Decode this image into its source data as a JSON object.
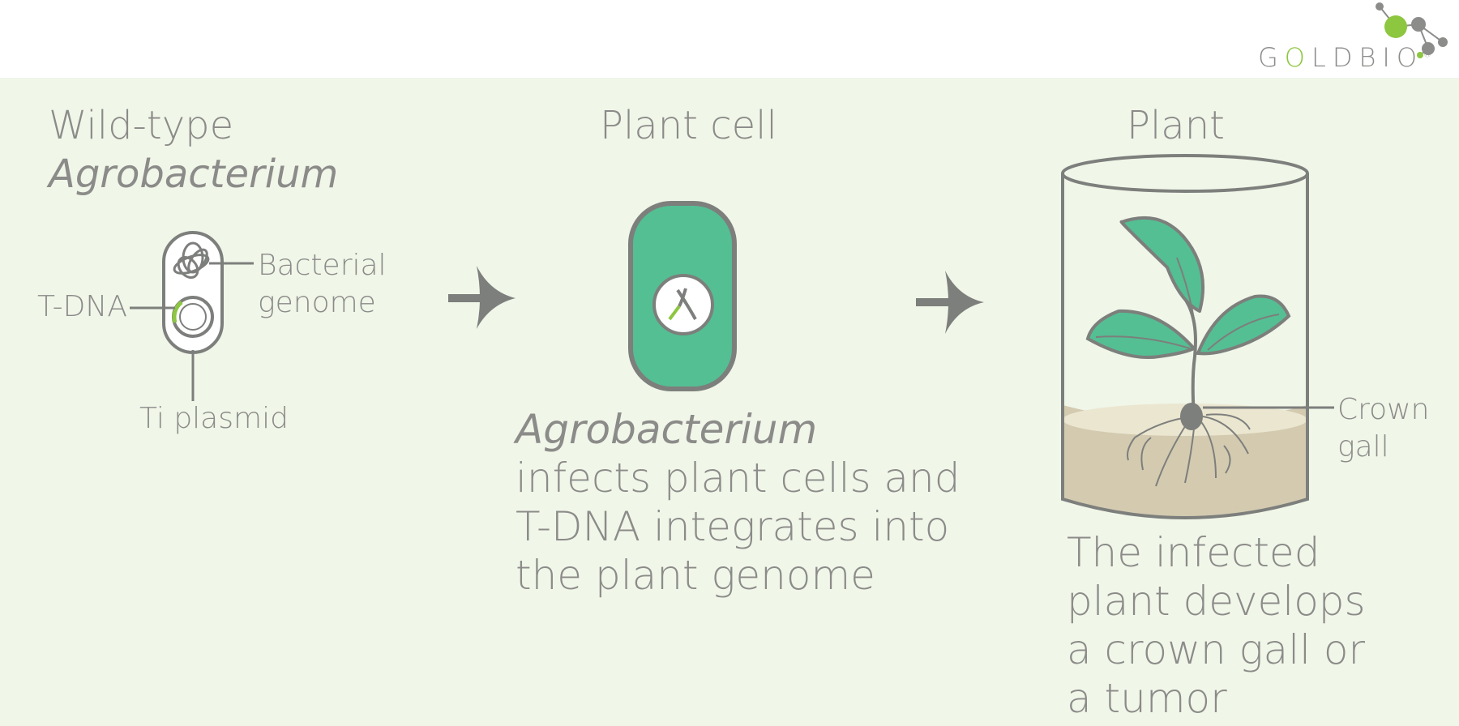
{
  "logo": {
    "text_pre": "G",
    "text_o": "O",
    "text_post": "LDBIO",
    "registered": "®"
  },
  "colors": {
    "panel_bg": "#f0f6e8",
    "gray": "#7d7f7c",
    "green_cell": "#54bf93",
    "green_accent": "#8dc63f",
    "soil": "#d3cab0"
  },
  "stage1": {
    "title_line1": "Wild-type",
    "title_line2": "Agrobacterium",
    "label_bacterial_genome_1": "Bacterial",
    "label_bacterial_genome_2": "genome",
    "label_tdna": "T-DNA",
    "label_ti_plasmid": "Ti plasmid"
  },
  "stage2": {
    "title": "Plant cell",
    "caption_line1": "Agrobacterium",
    "caption_line2": "infects plant cells and",
    "caption_line3": "T-DNA integrates into",
    "caption_line4": "the plant genome"
  },
  "stage3": {
    "title": "Plant",
    "label_crown_gall_1": "Crown",
    "label_crown_gall_2": "gall",
    "caption_line1": "The infected",
    "caption_line2": "plant develops",
    "caption_line3": "a crown gall or",
    "caption_line4": "a tumor"
  }
}
